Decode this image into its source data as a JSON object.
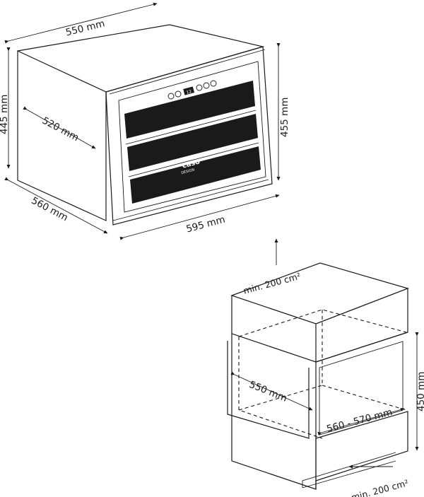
{
  "appliance": {
    "brand": "caso",
    "brand_sub": "DESIGN",
    "display_readout": "12",
    "dimensions": {
      "top_width": "550 mm",
      "left_height": "445 mm",
      "inner_depth": "520 mm",
      "right_height": "455 mm",
      "bottom_depth": "560 mm",
      "front_width": "595 mm"
    }
  },
  "niche": {
    "dimensions": {
      "top_ventilation": "min. 200 cm²",
      "height": "450 mm",
      "depth": "550 mm",
      "width": "560 - 570 mm",
      "bottom_ventilation": "min. 200 cm²"
    }
  }
}
